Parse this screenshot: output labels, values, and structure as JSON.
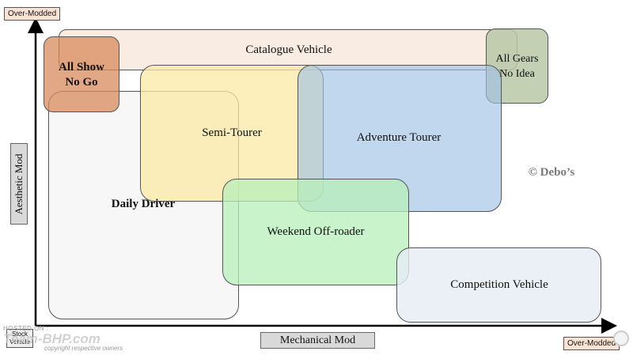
{
  "axes": {
    "x_label": "Mechanical Mod",
    "y_label": "Aesthetic Mod",
    "x_max_tag": "Over-Modded",
    "y_max_tag": "Over-Modded",
    "origin_tag": "Stock Vehicle"
  },
  "regions": {
    "catalogue": "Catalogue Vehicle",
    "all_show_line1": "All Show",
    "all_show_line2": "No Go",
    "all_gears_line1": "All Gears",
    "all_gears_line2": "No Idea",
    "semi_tourer": "Semi-Tourer",
    "adventure_tourer": "Adventure Tourer",
    "daily_driver": "Daily Driver",
    "weekend_offroader": "Weekend Off-roader",
    "competition": "Competition Vehicle"
  },
  "colors": {
    "catalogue": "#f7e5d9",
    "all_show": "#d88a5c",
    "all_gears": "#b8c8a7",
    "semi_tourer": "#fbe9a6",
    "adventure_tourer": "#9fc1e4",
    "daily_driver": "#f2f2f2",
    "weekend_offroader": "#b7efb9",
    "competition": "#e6ecf5"
  },
  "copyright": "© Debo’s",
  "watermark": {
    "hosted_on": "HOSTED ON :",
    "brand": "Team-BHP.com",
    "tagline": "copyright respective owners"
  }
}
